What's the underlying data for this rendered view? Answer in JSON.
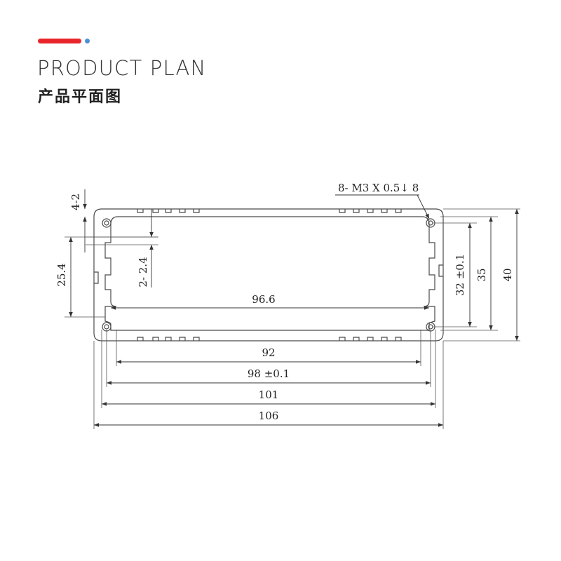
{
  "header": {
    "title_en": "PRODUCT PLAN",
    "title_cn": "产品平面图"
  },
  "colors": {
    "accent_red": "#e8252a",
    "accent_blue": "#4a90d9",
    "line": "#4a4a4a",
    "text": "#222222"
  },
  "drawing": {
    "thread_note": "8- M3 X 0.5↓ 8",
    "dims": {
      "outer_width": "106",
      "width_101": "101",
      "width_98": "98 ±0.1",
      "width_92": "92",
      "inner_width": "96.6",
      "outer_height": "40",
      "height_35": "35",
      "height_32": "32 ±0.1",
      "left_25": "25.4",
      "top_4_2": "4-2",
      "rib_2_2_4": "2- 2.4"
    }
  }
}
